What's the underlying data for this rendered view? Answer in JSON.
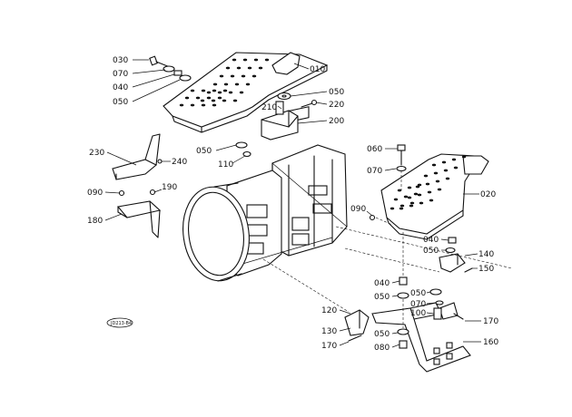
{
  "parts": [
    {
      "id": "p030",
      "text": "030"
    },
    {
      "id": "p070a",
      "text": "070"
    },
    {
      "id": "p040a",
      "text": "040"
    },
    {
      "id": "p050a",
      "text": "050"
    },
    {
      "id": "p010",
      "text": "010"
    },
    {
      "id": "p050b",
      "text": "050"
    },
    {
      "id": "p210",
      "text": "210"
    },
    {
      "id": "p220",
      "text": "220"
    },
    {
      "id": "p200",
      "text": "200"
    },
    {
      "id": "p050c",
      "text": "050"
    },
    {
      "id": "p110",
      "text": "110"
    },
    {
      "id": "p230",
      "text": "230"
    },
    {
      "id": "p240",
      "text": "240"
    },
    {
      "id": "p090a",
      "text": "090"
    },
    {
      "id": "p190",
      "text": "190"
    },
    {
      "id": "p180",
      "text": "180"
    },
    {
      "id": "p060",
      "text": "060"
    },
    {
      "id": "p070b",
      "text": "070"
    },
    {
      "id": "p020",
      "text": "020"
    },
    {
      "id": "p090b",
      "text": "090"
    },
    {
      "id": "p040b",
      "text": "040"
    },
    {
      "id": "p050d",
      "text": "050"
    },
    {
      "id": "p140",
      "text": "140"
    },
    {
      "id": "p150",
      "text": "150"
    },
    {
      "id": "p040c",
      "text": "040"
    },
    {
      "id": "p050e",
      "text": "050"
    },
    {
      "id": "p050f",
      "text": "050"
    },
    {
      "id": "p070c",
      "text": "070"
    },
    {
      "id": "p100",
      "text": "100"
    },
    {
      "id": "p120",
      "text": "120"
    },
    {
      "id": "p130",
      "text": "130"
    },
    {
      "id": "p170a",
      "text": "170"
    },
    {
      "id": "p170b",
      "text": "170"
    },
    {
      "id": "p050g",
      "text": "050"
    },
    {
      "id": "p080",
      "text": "080"
    },
    {
      "id": "p160",
      "text": "160"
    }
  ],
  "drawing_code": "JD213-B4"
}
